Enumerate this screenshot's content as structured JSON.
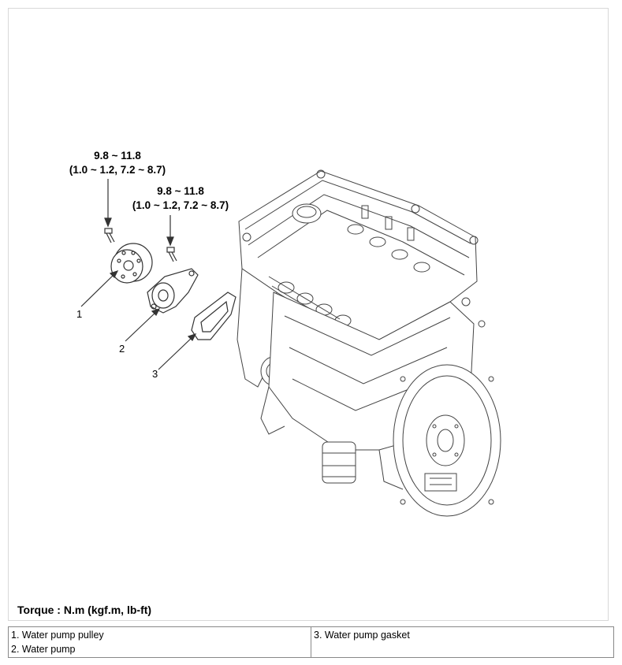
{
  "torque_labels": [
    {
      "value": "9.8 ~ 11.8",
      "units": "(1.0 ~ 1.2, 7.2 ~ 8.7)"
    },
    {
      "value": "9.8 ~ 11.8",
      "units": "(1.0 ~ 1.2, 7.2 ~ 8.7)"
    }
  ],
  "callouts": [
    "1",
    "2",
    "3"
  ],
  "torque_note": "Torque : N.m (kgf.m, lb-ft)",
  "legend": {
    "left": [
      "1. Water pump pulley",
      "2. Water pump"
    ],
    "right": [
      "3. Water pump gasket"
    ]
  }
}
